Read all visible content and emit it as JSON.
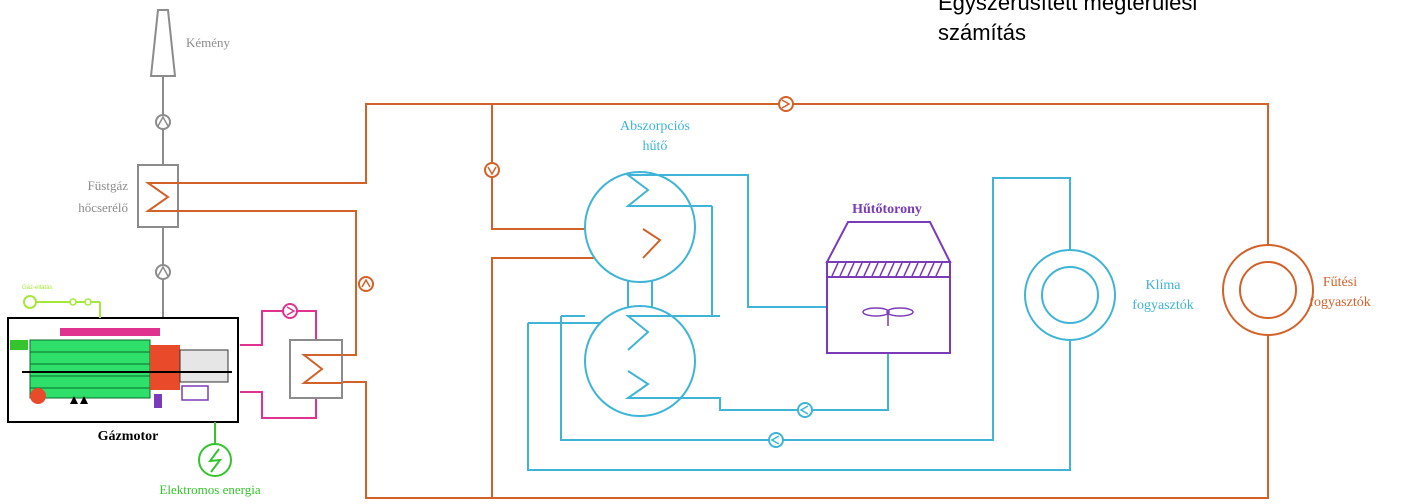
{
  "header": {
    "title_line1": "Egyszerűsített megtérülési",
    "title_line2": "számítás"
  },
  "labels": {
    "chimney": "Kémény",
    "flue_hx_line1": "Füstgáz",
    "flue_hx_line2": "hőcserélő",
    "absorption_line1": "Abszorpciós",
    "absorption_line2": "hűtő",
    "cooling_tower": "Hűtőtorony",
    "climate_line1": "Klíma",
    "climate_line2": "fogyasztók",
    "heating_line1": "Fűtési",
    "heating_line2": "fogyasztók",
    "gas_engine": "Gázmotor",
    "electric_energy": "Elektromos energia",
    "gas_supply": "Gáz-ellátás"
  },
  "colors": {
    "heating_pipe": "#d2622a",
    "cooling_pipe": "#3fb4d6",
    "engine_loop": "#e0338f",
    "grey": "#8c8c8c",
    "tower": "#7a3bb8",
    "electric": "#35c42e",
    "title_text": "#000000"
  },
  "icons": [
    "pump-icon",
    "fan-icon",
    "lightning-icon",
    "chimney-icon",
    "heat-exchanger-icon"
  ]
}
